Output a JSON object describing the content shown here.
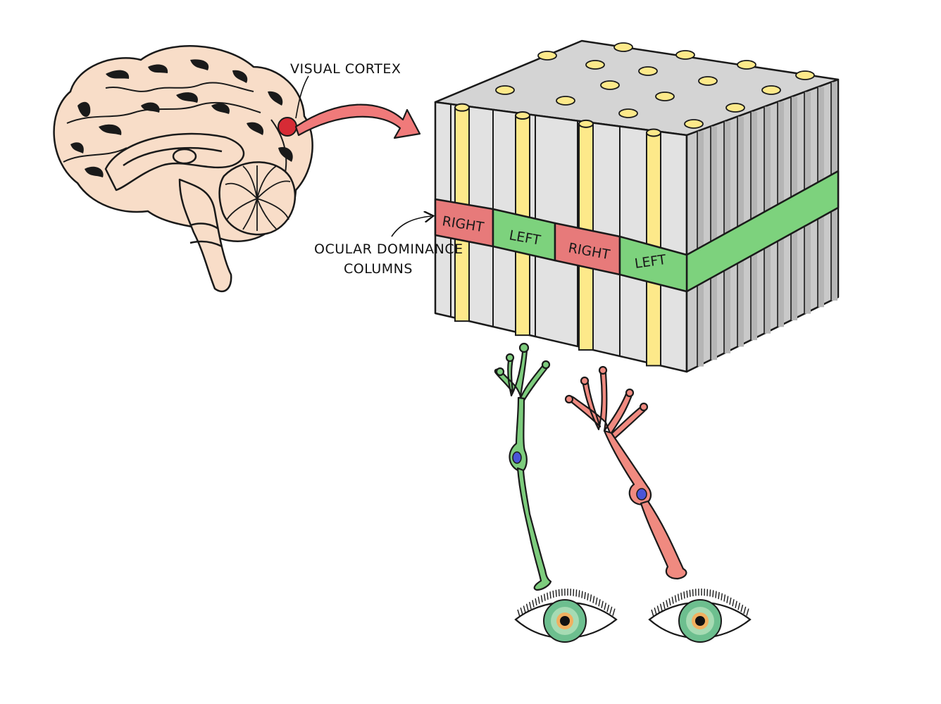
{
  "labels": {
    "visual_cortex": "VISUAL CORTEX",
    "ocular_dominance_line1": "OCULAR DOMINANCE",
    "ocular_dominance_line2": "COLUMNS"
  },
  "bands": [
    {
      "text": "RIGHT",
      "eye": "right"
    },
    {
      "text": "LEFT",
      "eye": "left"
    },
    {
      "text": "RIGHT",
      "eye": "right"
    },
    {
      "text": "LEFT",
      "eye": "left"
    }
  ],
  "colors": {
    "brain_fill": "#f8ddc8",
    "sulci": "#1a1a1a",
    "visual_cortex_dot": "#d62b35",
    "arrow": "#f07a7a",
    "cube_front": "#e4e4e4",
    "cube_top": "#d4d4d4",
    "cube_side": "#c6c6c6",
    "column_yellow": "#fde98a",
    "right_band": "#e77a7a",
    "left_band": "#7dd27d",
    "neuron_green": "#7dcc7d",
    "neuron_red": "#f08a80",
    "nucleus": "#4a55d8",
    "iris": "#6dbf8f"
  }
}
